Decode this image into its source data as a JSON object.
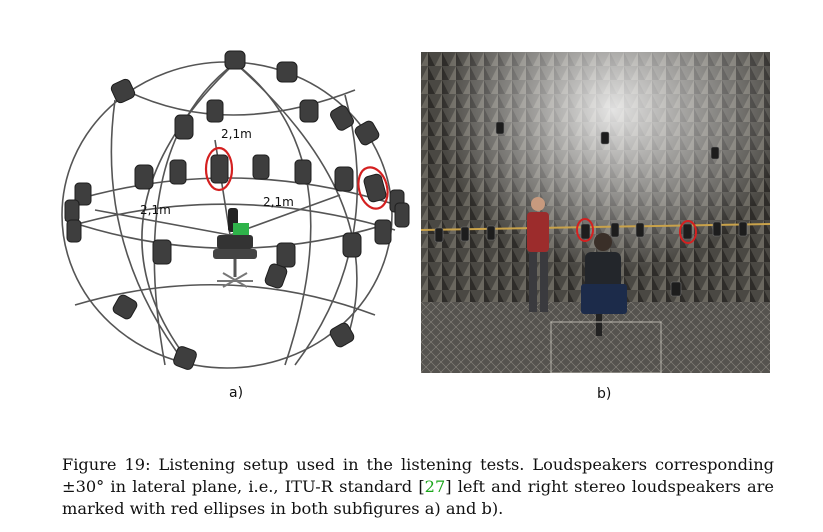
{
  "panel_a": {
    "sublabel": "a)",
    "distance_labels": [
      "2,1m",
      "2,1m",
      "2,1m"
    ]
  },
  "panel_b": {
    "sublabel": "b)"
  },
  "caption": {
    "lead": "Figure 19: Listening setup used in the listening tests. Loudspeakers corresponding ±30° in lateral plane, i.e., ITU-R standard [",
    "ref": "27",
    "tail": "] left and right stereo loudspeakers are marked with red ellipses in both subfigures a) and b)."
  },
  "colors": {
    "ellipse_marker": "#d42020",
    "citation_link": "#1aa51a",
    "speaker_body": "#3a3a3a",
    "chair_green": "#2fb34a"
  }
}
